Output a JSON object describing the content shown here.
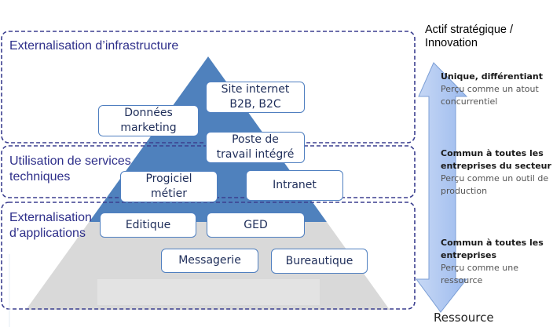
{
  "zones": [
    {
      "id": "infrastructure",
      "label": "Externalisation d’infrastructure"
    },
    {
      "id": "services",
      "label": "Utilisation de services\ntechniques"
    },
    {
      "id": "applications",
      "label": "Externalisation\nd’applications"
    }
  ],
  "apps": [
    {
      "label": "Site internet\nB2B, B2C"
    },
    {
      "label": "Données\nmarketing"
    },
    {
      "label": "Poste de\ntravail intégré"
    },
    {
      "label": "Progiciel\nmétier"
    },
    {
      "label": "Intranet"
    },
    {
      "label": "Editique"
    },
    {
      "label": "GED"
    },
    {
      "label": "Messagerie"
    },
    {
      "label": "Bureautique"
    }
  ],
  "axis": {
    "top_label": "Actif stratégique /\nInnovation",
    "bottom_label": "Ressource"
  },
  "levels": [
    {
      "title": "Unique, différentiant",
      "description": "Perçu comme un atout\nconcurrentiel"
    },
    {
      "title": "Commun à toutes les\nentreprises du secteur",
      "description": "Perçu comme un outil de\nproduction"
    },
    {
      "title": "Commun à toutes les\nentreprises",
      "description": "Perçu comme une\nressource"
    }
  ],
  "colors": {
    "pyramid_blue": "#4f81bd",
    "pyramid_gray": "#d9d9d9",
    "dashed_border": "#3b3f8f",
    "arrow_fill": "#aec6ef",
    "arrow_stroke": "#7c9fd6"
  }
}
